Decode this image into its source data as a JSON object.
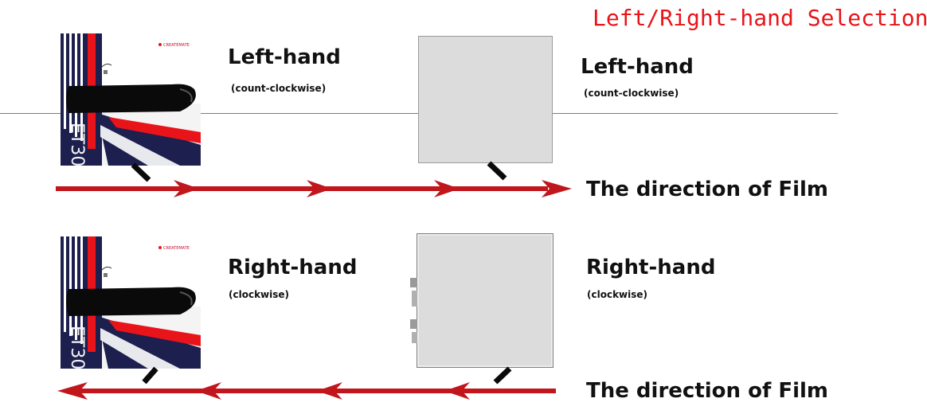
{
  "title": "Left/Right-hand Selection",
  "brand": "CREATEMATE",
  "model": "ET30",
  "top": {
    "left_label": "Left-hand",
    "left_sub": "(count-clockwise)",
    "right_label": "Left-hand",
    "right_sub": "(count-clockwise)",
    "direction_label": "The direction of Film"
  },
  "bottom": {
    "left_label": "Right-hand",
    "left_sub": "(clockwise)",
    "right_label": "Right-hand",
    "right_sub": "(clockwise)",
    "direction_label": "The direction of Film"
  },
  "colors": {
    "title": "#e8141a",
    "arrow": "#c0161c",
    "panel": "#dcdcdc",
    "navy": "#1d1f4e",
    "red_stripe": "#e8141a",
    "handle": "#0a0a0a"
  },
  "icons": [
    "printer-device-icon",
    "gray-panel-icon",
    "arrow-right-icon",
    "arrow-left-icon",
    "nozzle-marker-icon"
  ]
}
